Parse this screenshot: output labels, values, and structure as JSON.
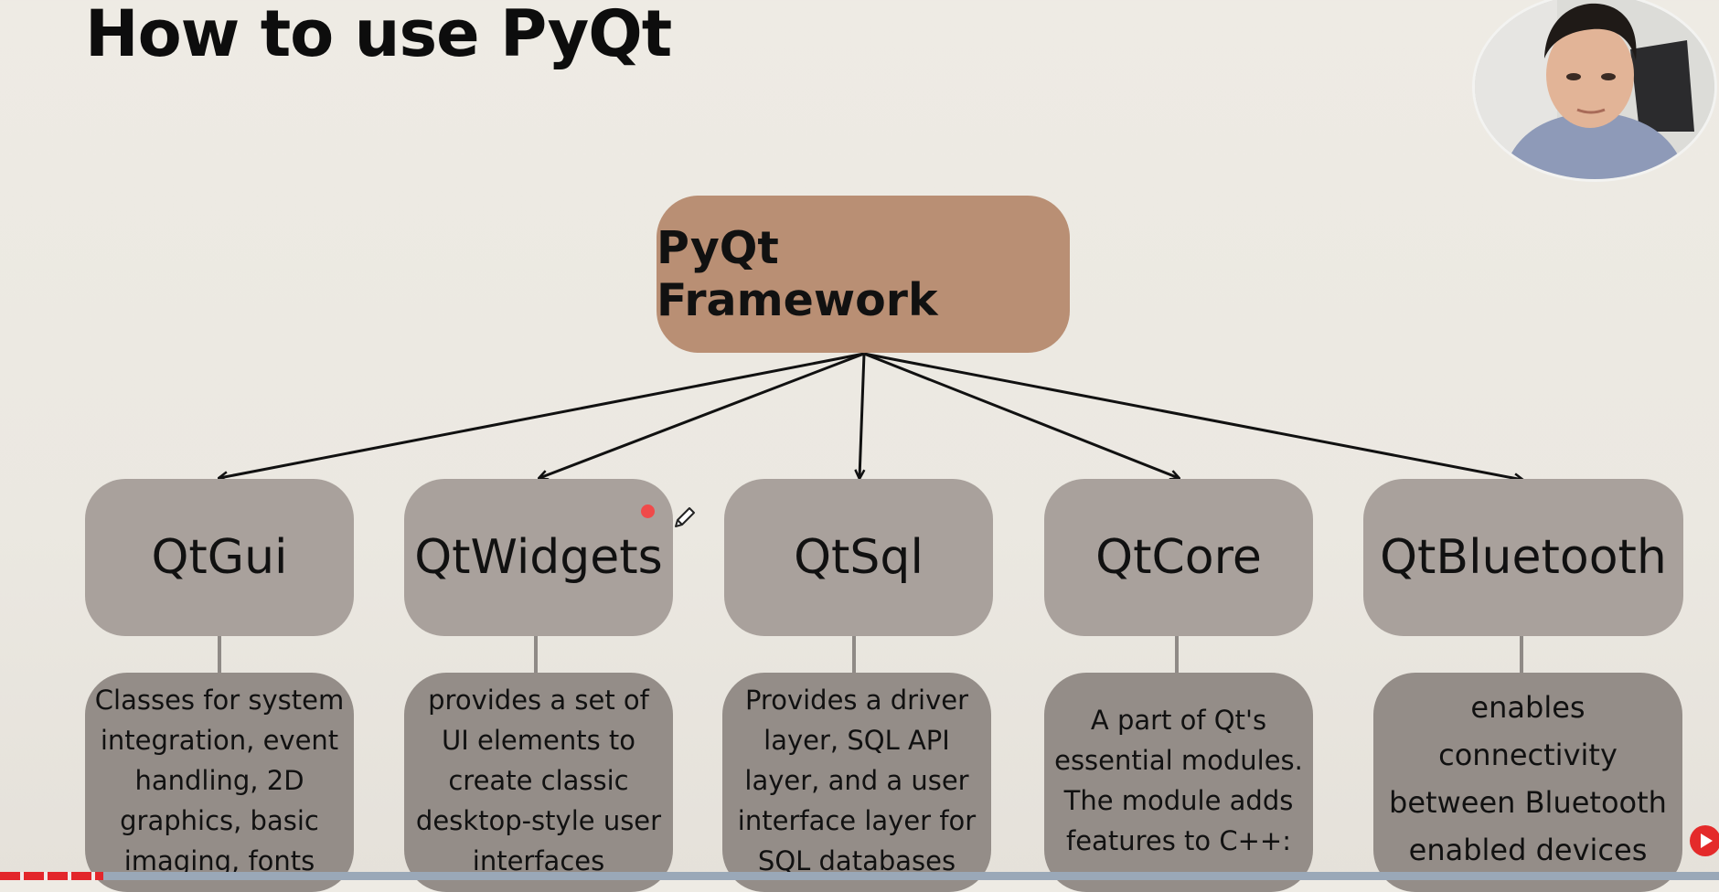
{
  "slide": {
    "title": "How to use PyQt"
  },
  "diagram": {
    "root": "PyQt Framework",
    "modules": [
      {
        "name": "QtGui",
        "description": "Classes for system\nintegration, event\nhandling, 2D\ngraphics, basic\nimaging, fonts"
      },
      {
        "name": "QtWidgets",
        "description": "provides a set of\nUI elements to\ncreate classic\ndesktop-style user\ninterfaces"
      },
      {
        "name": "QtSql",
        "description": "Provides a driver\nlayer, SQL API\nlayer, and a user\ninterface layer for\nSQL databases"
      },
      {
        "name": "QtCore",
        "description": "A part of Qt's\nessential modules.\nThe module adds\nfeatures to C++:"
      },
      {
        "name": "QtBluetooth",
        "description": "enables\nconnectivity\nbetween Bluetooth\nenabled devices"
      }
    ]
  },
  "colors": {
    "root_fill": "#b98f74",
    "module_fill": "#a9a19c",
    "description_fill": "#948d88",
    "background": "#ebe8e1"
  },
  "overlays": {
    "webcam": "presenter-webcam",
    "cursor_icon": "pen-icon",
    "video_progress": 0.06
  }
}
